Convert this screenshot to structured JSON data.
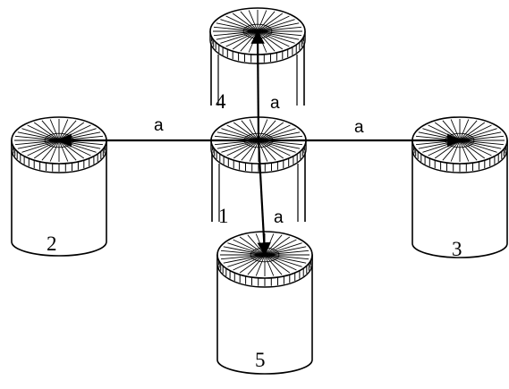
{
  "cylinders": [
    {
      "id": "1",
      "label": "1"
    },
    {
      "id": "2",
      "label": "2"
    },
    {
      "id": "3",
      "label": "3"
    },
    {
      "id": "4",
      "label": "4"
    },
    {
      "id": "5",
      "label": "5"
    }
  ],
  "connections": [
    {
      "from": "1",
      "to": "2",
      "label": "a"
    },
    {
      "from": "1",
      "to": "3",
      "label": "a"
    },
    {
      "from": "1",
      "to": "4",
      "label": "a"
    },
    {
      "from": "1",
      "to": "5",
      "label": "a"
    }
  ],
  "colors": {
    "stroke": "#000000",
    "fill": "#ffffff"
  }
}
